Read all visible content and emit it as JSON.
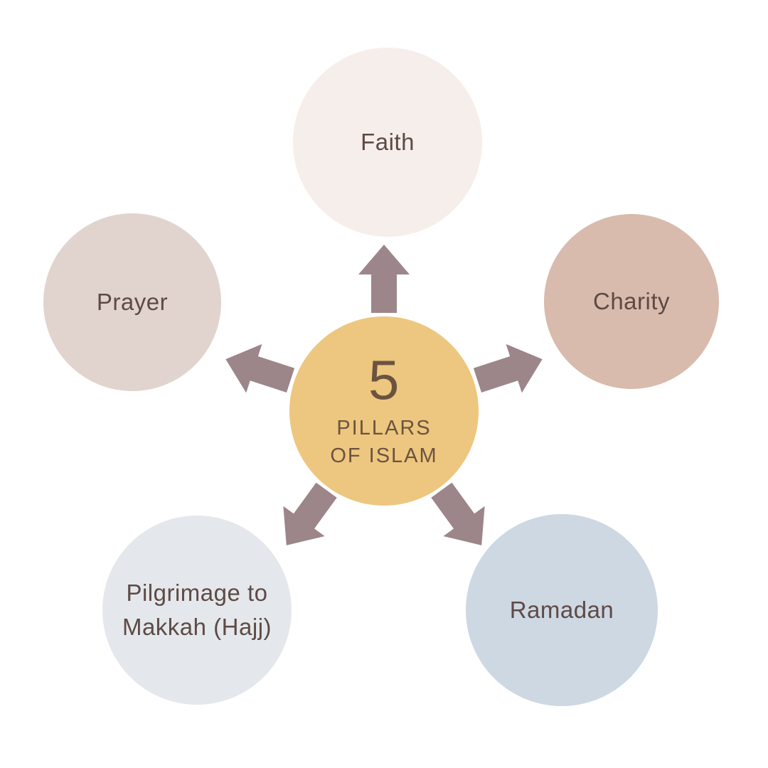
{
  "center": {
    "number": "5",
    "title_line1": "PILLARS",
    "title_line2": "OF ISLAM"
  },
  "pillars": [
    {
      "id": "faith",
      "label": "Faith",
      "color": "#f6eeea"
    },
    {
      "id": "prayer",
      "label": "Prayer",
      "color": "#e1d4ce"
    },
    {
      "id": "charity",
      "label": "Charity",
      "color": "#d8bbac"
    },
    {
      "id": "hajj",
      "label": "Pilgrimage to Makkah (Hajj)",
      "color": "#e4e8ec"
    },
    {
      "id": "ramadan",
      "label": "Ramadan",
      "color": "#cdd8e3"
    }
  ],
  "colors": {
    "background": "#ffffff",
    "arrow": "#9c8689",
    "center_circle": "#edc77f",
    "label_text": "#5e4a45",
    "center_text": "#6b5340"
  }
}
